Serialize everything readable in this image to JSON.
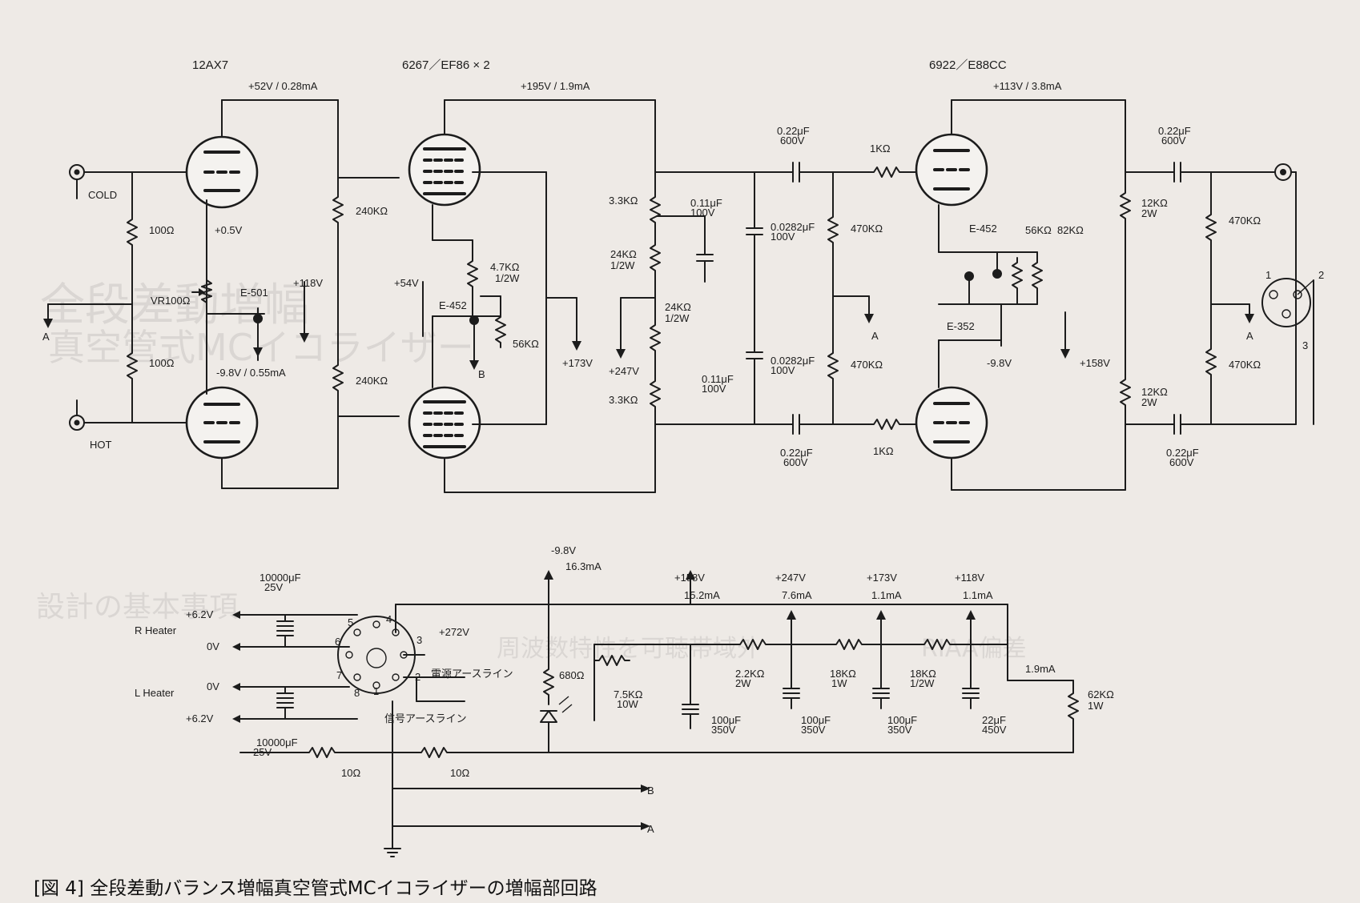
{
  "caption": "[図 4] 全段差動バランス増幅真空管式MCイコライザーの増幅部回路",
  "tubes": {
    "t1": "12AX7",
    "t2": "6267／EF86 × 2",
    "t3": "6922／E88CC"
  },
  "rails": {
    "r1": "+52V / 0.28mA",
    "r2": "+195V / 1.9mA",
    "r3": "+113V / 3.8mA"
  },
  "inputs": {
    "cold": "COLD",
    "hot": "HOT"
  },
  "stage1": {
    "r_top": "100Ω",
    "r_bot": "100Ω",
    "vr": "VR100Ω",
    "v_grid": "+0.5V",
    "e501": "E-501",
    "bias": "-9.8V / 0.55mA",
    "v118": "+118V",
    "r240a": "240KΩ",
    "r240b": "240KΩ",
    "a": "A"
  },
  "stage2": {
    "v54": "+54V",
    "r47k": "4.7KΩ",
    "r47k_w": "1/2W",
    "e452": "E-452",
    "r56k": "56KΩ",
    "b": "B",
    "v173": "+173V",
    "v247": "+247V",
    "r33a": "3.3KΩ",
    "r33b": "3.3KΩ",
    "r24a": "24KΩ",
    "r24a_w": "1/2W",
    "r24b": "24KΩ",
    "r24b_w": "1/2W",
    "c011a": "0.11μF",
    "c011a_v": "100V",
    "c011b": "0.11μF",
    "c011b_v": "100V",
    "c0282a": "0.0282μF",
    "c0282a_v": "100V",
    "c0282b": "0.0282μF",
    "c0282b_v": "100V",
    "c022a": "0.22μF",
    "c022a_v": "600V",
    "c022b": "0.22μF",
    "c022b_v": "600V",
    "r470a": "470KΩ",
    "r470b": "470KΩ",
    "r1ka": "1KΩ",
    "r1kb": "1KΩ",
    "a": "A"
  },
  "stage3": {
    "e452": "E-452",
    "r56k": "56KΩ",
    "r82k": "82KΩ",
    "e352": "E-352",
    "vneg": "-9.8V",
    "v158": "+158V",
    "r12ka": "12KΩ",
    "r12ka_w": "2W",
    "r12kb": "12KΩ",
    "r12kb_w": "2W",
    "c022a": "0.22μF",
    "c022a_v": "600V",
    "c022b": "0.22μF",
    "c022b_v": "600V",
    "r470a": "470KΩ",
    "r470b": "470KΩ",
    "a": "A",
    "p1": "1",
    "p2": "2",
    "p3": "3"
  },
  "psu": {
    "rh": "R Heater",
    "lh": "L Heater",
    "hp1": "+6.2V",
    "hp2": "+6.2V",
    "ov1": "0V",
    "ov2": "0V",
    "c1": "10000μF",
    "c1v": "25V",
    "c2": "10000μF",
    "c2v": "25V",
    "pin1": "1",
    "pin2": "2",
    "pin3": "3",
    "pin4": "4",
    "pin5": "5",
    "pin6": "6",
    "pin7": "7",
    "pin8": "8",
    "v272": "+272V",
    "gnd_power": "電源アースライン",
    "gnd_signal": "信号アースライン",
    "r10a": "10Ω",
    "r10b": "10Ω",
    "v98": "-9.8V",
    "i163": "16.3mA",
    "r680": "680Ω",
    "r75k": "7.5KΩ",
    "r75k_w": "10W",
    "v158": "+158V",
    "i152": "15.2mA",
    "r22k": "2.2KΩ",
    "r22k_w": "2W",
    "c100a": "100μF",
    "c100a_v": "350V",
    "v247": "+247V",
    "i76": "7.6mA",
    "r18k": "18KΩ",
    "r18k_w": "1W",
    "c100b": "100μF",
    "c100b_v": "350V",
    "v173": "+173V",
    "i11a": "1.1mA",
    "r18kb": "18KΩ",
    "r18kb_w": "1/2W",
    "c100c": "100μF",
    "c100c_v": "350V",
    "v118": "+118V",
    "i11b": "1.1mA",
    "c22": "22μF",
    "c22_v": "450V",
    "i19": "1.9mA",
    "r62k": "62KΩ",
    "r62k_w": "1W",
    "b": "B",
    "a": "A"
  },
  "bgtext": {
    "g1": "真空管式MCイコライザー",
    "g2": "全段差動増幅",
    "g3": "設計の基本事項",
    "g4": "周波数特性を可聴帯域外",
    "g5": "RIAA偏差"
  }
}
